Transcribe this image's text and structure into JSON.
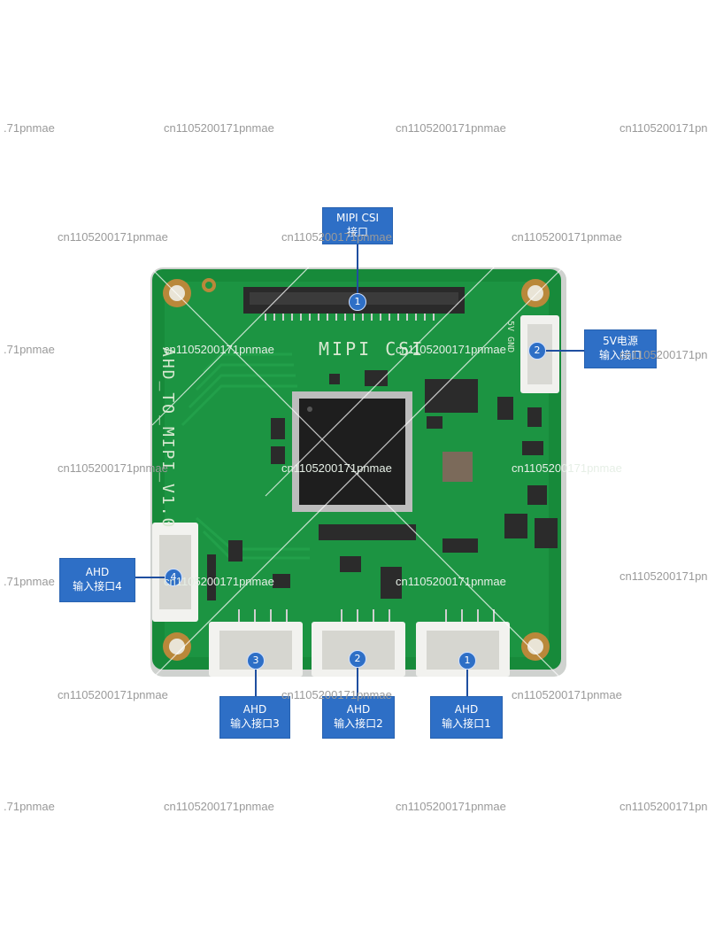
{
  "watermark": "cn1105200171pnmae",
  "watermark_partial": ".71pnmae",
  "board": {
    "silk_mipi": "MIPI CSI",
    "silk_model": "AHD_TO_MIPI_V1.0",
    "silk_5v": "5V GND"
  },
  "callouts": [
    {
      "badge": "1",
      "line1": "MIPI CSI",
      "line2": "接口"
    },
    {
      "badge": "2",
      "line1": "5V电源",
      "line2": "输入接口"
    },
    {
      "badge": "4",
      "line1": "AHD",
      "line2": "输入接口4"
    },
    {
      "badge": "3",
      "line1": "AHD",
      "line2": "输入接口3"
    },
    {
      "badge": "2",
      "line1": "AHD",
      "line2": "输入接口2"
    },
    {
      "badge": "1",
      "line1": "AHD",
      "line2": "输入接口1"
    }
  ]
}
